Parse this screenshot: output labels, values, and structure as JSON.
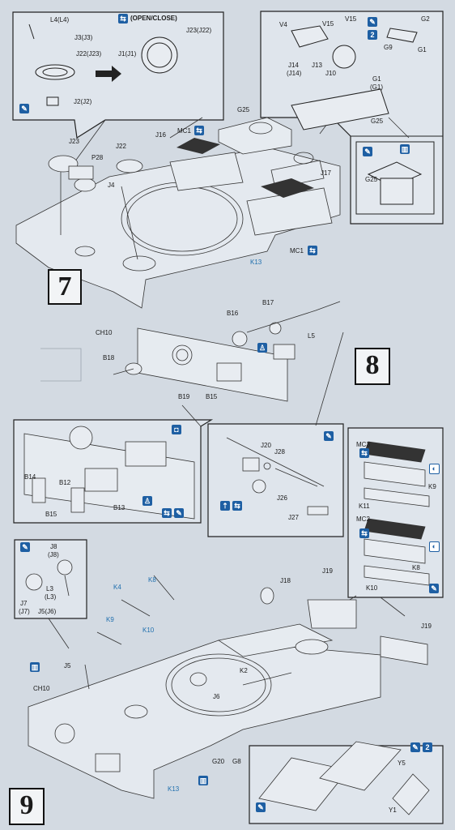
{
  "steps": {
    "s7": "7",
    "s8": "8",
    "s9": "9"
  },
  "callout_top_left": {
    "L4": "L4(L4)",
    "J3": "J3(J3)",
    "J22": "J22(J23)",
    "J2": "J2(J2)",
    "open_close": "(OPEN/CLOSE)",
    "J23": "J23(J22)",
    "J1": "J1(J1)"
  },
  "callout_top_right": {
    "V4": "V4",
    "V15a": "V15",
    "V15b": "V15",
    "G2": "G2",
    "G9": "G9",
    "G1": "G1",
    "J14": "J14",
    "J14b": "(J14)",
    "J13": "J13",
    "J10": "J10",
    "G1b": "G1",
    "G1c": "(G1)",
    "G25": "G25",
    "sub_G25": "G25"
  },
  "step7": {
    "J23": "J23",
    "P28": "P28",
    "J22": "J22",
    "J16": "J16",
    "MC1a": "MC1",
    "G25": "G25",
    "J4": "J4",
    "J17": "J17",
    "MC1b": "MC1",
    "K13": "K13"
  },
  "step8": {
    "B16": "B16",
    "B17": "B17",
    "CH10": "CH10",
    "L5": "L5",
    "B18": "B18",
    "B19": "B19",
    "B15": "B15"
  },
  "callout_mid_left": {
    "B14": "B14",
    "B12": "B12",
    "B15": "B15",
    "B13": "B13"
  },
  "callout_mid_center": {
    "J20": "J20",
    "J28": "J28",
    "J26": "J26",
    "J27": "J27"
  },
  "callout_mid_right": {
    "MC3": "MC3",
    "K9": "K9",
    "K11": "K11",
    "MC2": "MC2",
    "K8": "K8",
    "K10": "K10"
  },
  "callout_low_left": {
    "J8": "J8",
    "J8b": "(J8)",
    "L3": "L3",
    "L3b": "(L3)",
    "J7": "J7",
    "J7b": "(J7)",
    "J5": "J5(J6)"
  },
  "step9": {
    "K8": "K8",
    "K4": "K4",
    "J18": "J18",
    "J19a": "J19",
    "K9": "K9",
    "K10": "K10",
    "J19b": "J19",
    "J5": "J5",
    "K2": "K2",
    "CH10": "CH10",
    "J6": "J6",
    "G20": "G20",
    "G8": "G8",
    "K13": "K13"
  },
  "callout_bottom_right": {
    "Y5": "Y5",
    "Y1": "Y1",
    "num2": "2"
  }
}
